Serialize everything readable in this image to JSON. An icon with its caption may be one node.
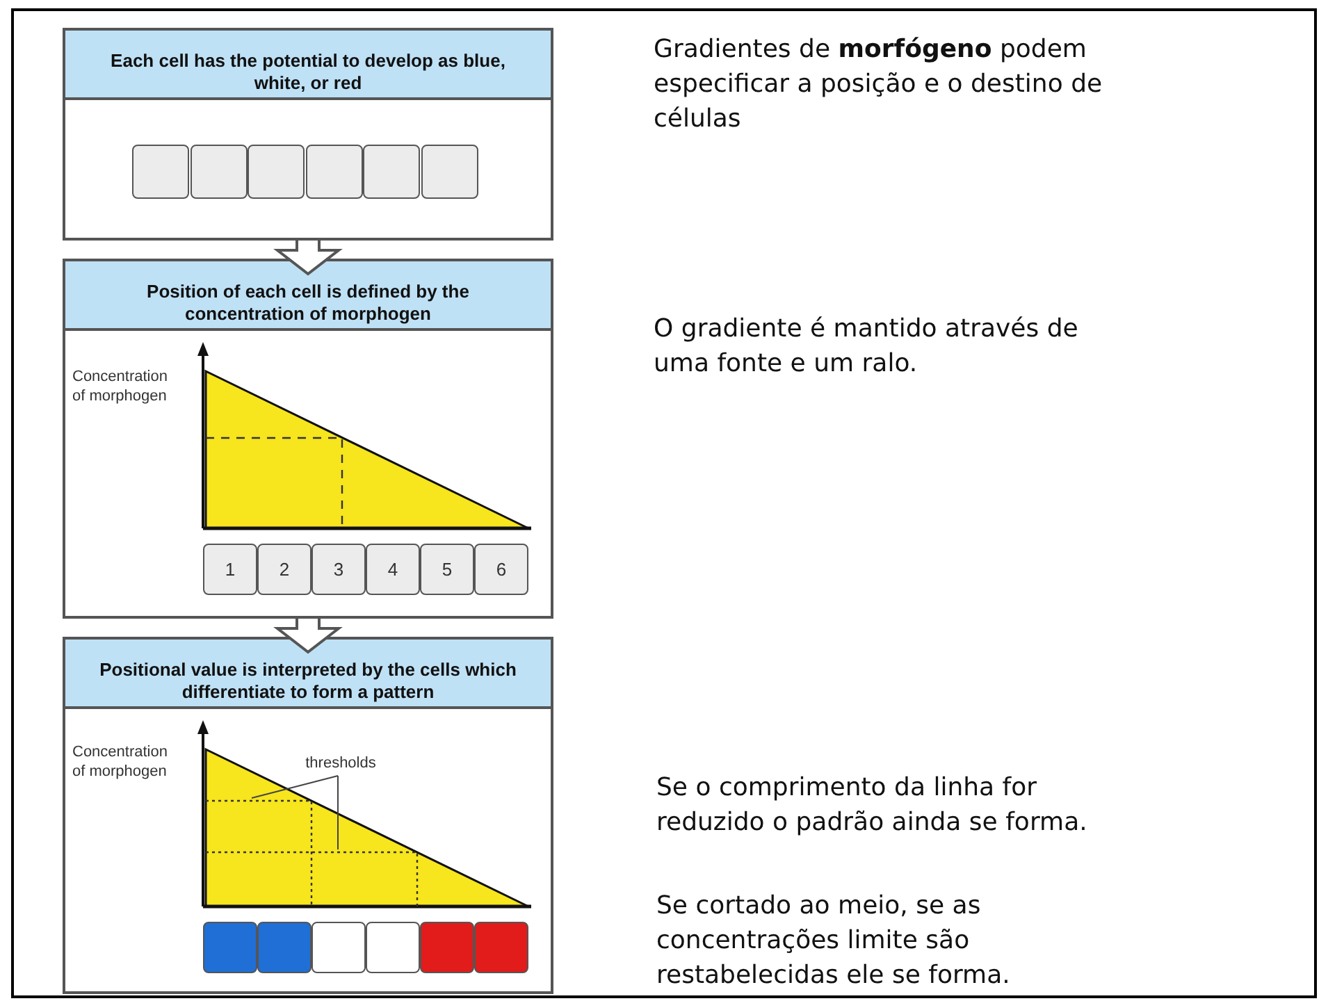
{
  "diagram": {
    "nodes": [
      {
        "text": [
          "Each cell has the potential to develop as blue, white, or red"
        ]
      },
      {
        "text": [],
        "shape": "box",
        "in": 0
      },
      {
        "text": [],
        "shape": "box",
        "in": 0
      },
      {
        "text": [],
        "shape": "box",
        "in": 0
      },
      {
        "text": [],
        "shape": "box",
        "in": 0
      },
      {
        "text": [],
        "shape": "box",
        "in": 0
      },
      {
        "text": [],
        "shape": "box",
        "in": 0
      },
      {
        "text": [
          "Position of each cell is defined by the concentration of morphogen"
        ]
      },
      {
        "text": [
          "1"
        ],
        "in": 7
      },
      {
        "text": [
          "2"
        ],
        "in": 7
      },
      {
        "text": [
          "3"
        ],
        "in": 7
      },
      {
        "text": [
          "4"
        ],
        "in": 7
      },
      {
        "text": [
          "5"
        ],
        "in": 7
      },
      {
        "text": [
          "6"
        ],
        "in": 7
      },
      {
        "text": [
          "Positional value is interpreted by the cells which differentiate to form a pattern"
        ]
      },
      {
        "text": [
          "thresholds"
        ],
        "in": 14
      },
      {
        "text": [],
        "shape": "box",
        "in": 14
      },
      {
        "text": [],
        "shape": "box",
        "in": 14
      },
      {
        "text": [],
        "shape": "box",
        "in": 14
      },
      {
        "text": [],
        "shape": "box",
        "in": 14
      },
      {
        "text": [],
        "shape": "box",
        "in": 14
      },
      {
        "text": [],
        "shape": "box",
        "in": 14
      }
    ],
    "edges": [
      {
        "from": 0,
        "to": 7,
        "arrow": "to"
      },
      {
        "from": 7,
        "to": 14,
        "arrow": "to"
      },
      {
        "from": 15,
        "to": null,
        "arrow": "none"
      },
      {
        "from": 15,
        "to": null,
        "arrow": "none"
      }
    ],
    "labels": [
      "Concentration of morphogen",
      "Concentration of morphogen",
      "Gradientes de **morfógeno** podem especificar a posição e o destino de células",
      "O gradiente é mantido através de uma fonte e um ralo.",
      "Se o comprimento da linha for reduzido o padrão ainda se forma.",
      "Se cortado ao meio, se as concentrações limite são restabelecidas ele se forma."
    ]
  }
}
